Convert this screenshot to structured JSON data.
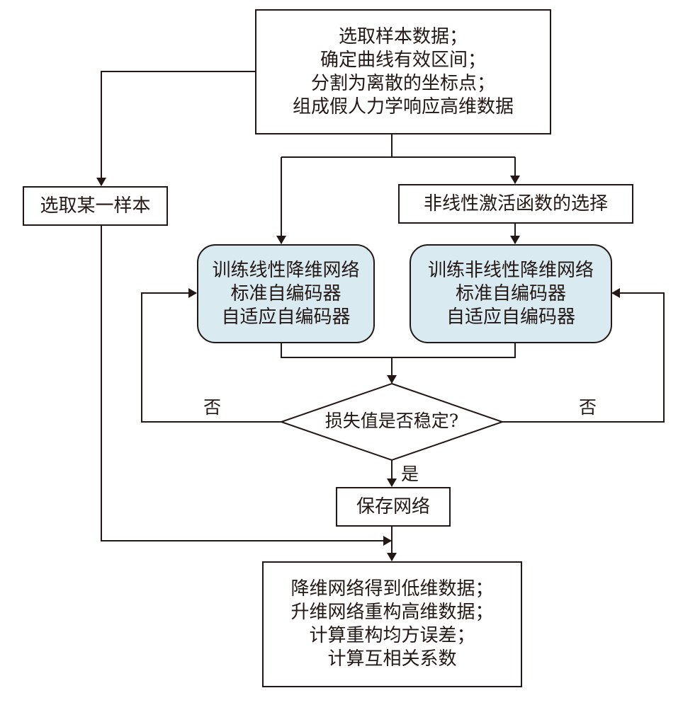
{
  "diagram": {
    "type": "flowchart",
    "colors": {
      "line": "#231815",
      "process_fill": "#ffffff",
      "training_fill": "#d9eaf1"
    },
    "nodes": {
      "start": {
        "lines": [
          "选取样本数据；",
          "确定曲线有效区间；",
          "分割为离散的坐标点；",
          "组成假人力学响应高维数据"
        ]
      },
      "select_sample": {
        "lines": [
          "选取某一样本"
        ]
      },
      "activation_choice": {
        "lines": [
          "非线性激活函数的选择"
        ]
      },
      "train_linear": {
        "lines": [
          "训练线性降维网络",
          "标准自编码器",
          "自适应自编码器"
        ]
      },
      "train_nonlinear": {
        "lines": [
          "训练非线性降维网络",
          "标准自编码器",
          "自适应自编码器"
        ]
      },
      "decision": {
        "text": "损失值是否稳定?"
      },
      "save_network": {
        "lines": [
          "保存网络"
        ]
      },
      "final": {
        "lines": [
          "降维网络得到低维数据；",
          "升维网络重构高维数据；",
          "计算重构均方误差；",
          "计算互相关系数"
        ]
      }
    },
    "edge_labels": {
      "no_left": "否",
      "no_right": "否",
      "yes": "是"
    },
    "edges": [
      {
        "from": "start",
        "to": "select_sample"
      },
      {
        "from": "start",
        "to": "train_linear"
      },
      {
        "from": "start",
        "to": "activation_choice"
      },
      {
        "from": "activation_choice",
        "to": "train_nonlinear"
      },
      {
        "from": "train_linear",
        "to": "decision"
      },
      {
        "from": "train_nonlinear",
        "to": "decision"
      },
      {
        "from": "decision",
        "to": "train_linear",
        "label": "否"
      },
      {
        "from": "decision",
        "to": "train_nonlinear",
        "label": "否"
      },
      {
        "from": "decision",
        "to": "save_network",
        "label": "是"
      },
      {
        "from": "save_network",
        "to": "final"
      },
      {
        "from": "select_sample",
        "to": "final"
      }
    ]
  }
}
